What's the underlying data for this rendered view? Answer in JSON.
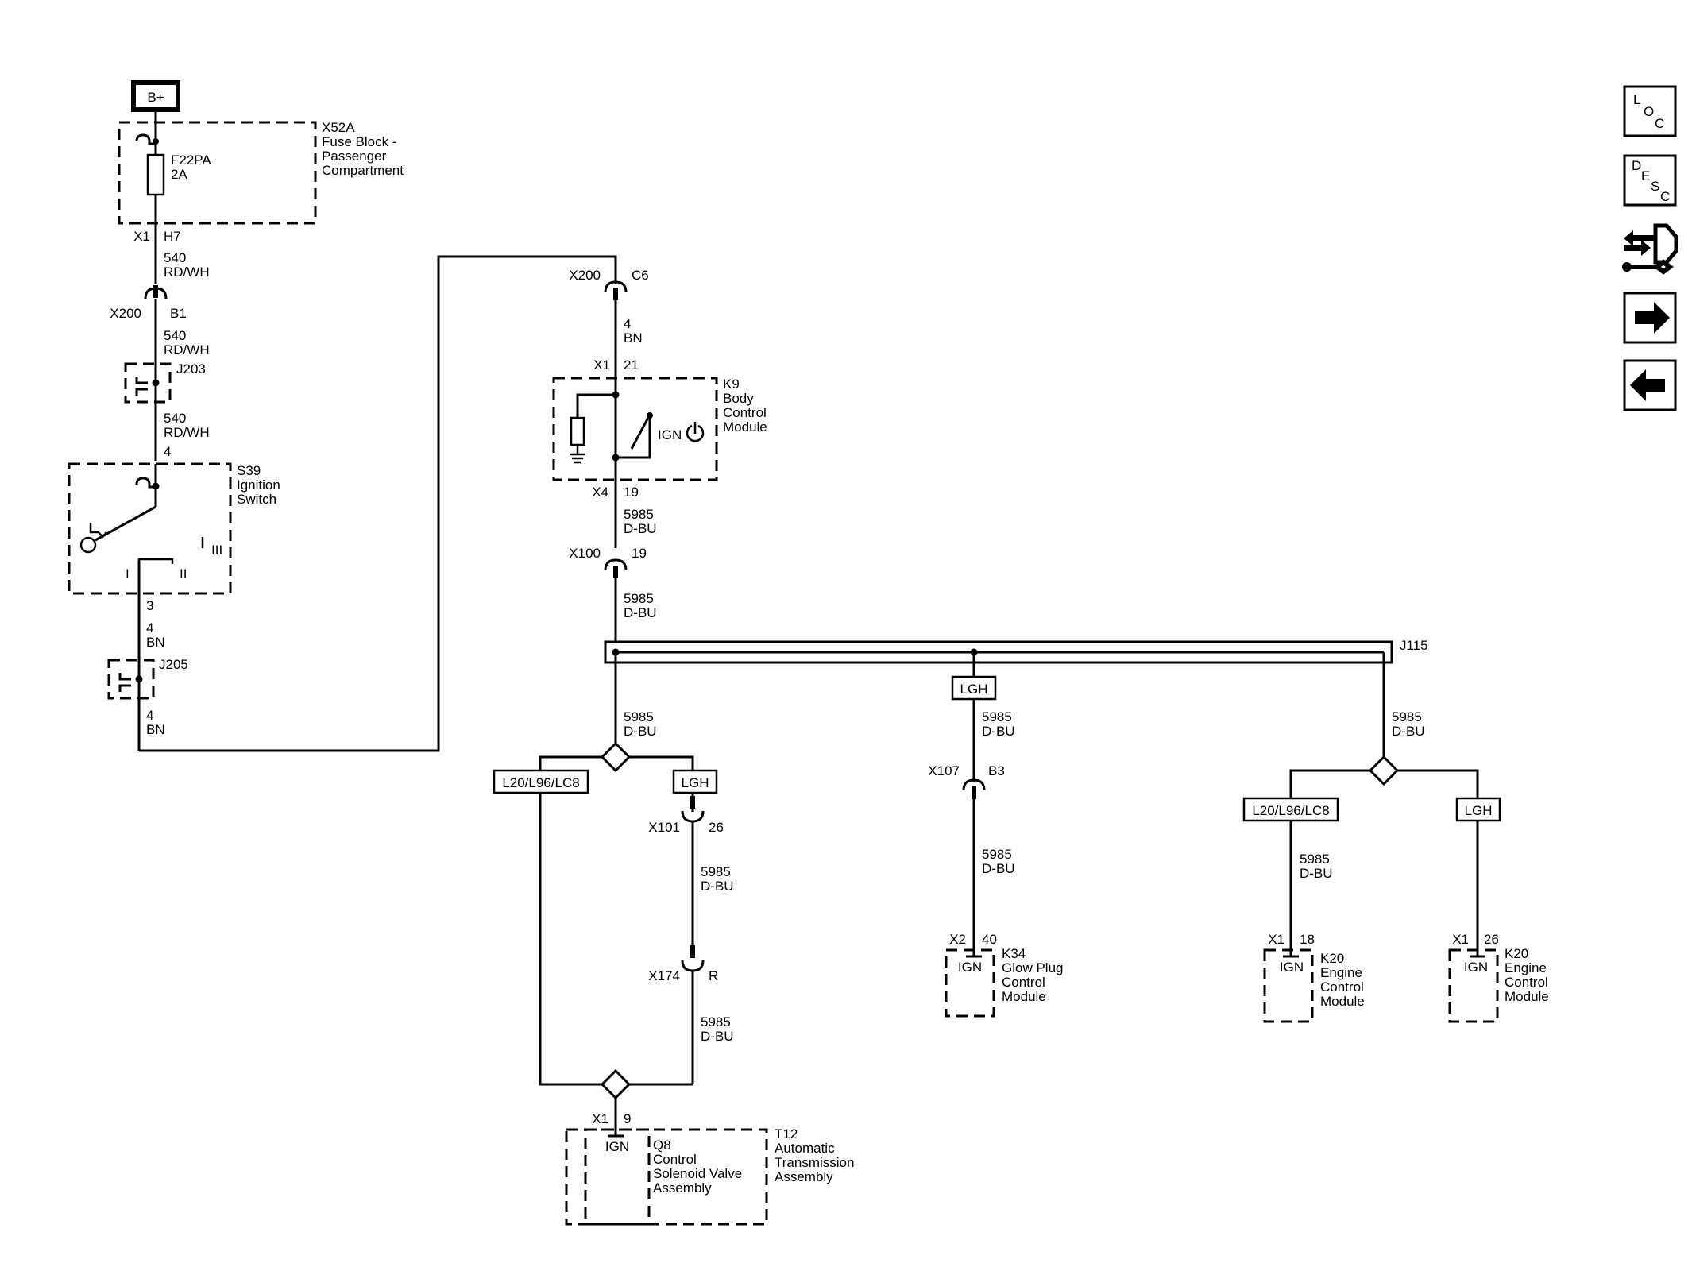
{
  "power": {
    "label": "B+"
  },
  "fuse_block": {
    "id": "X52A",
    "name_l1": "Fuse Block -",
    "name_l2": "Passenger",
    "name_l3": "Compartment",
    "fuse_id": "F22PA",
    "fuse_rating": "2A",
    "conn": "X1",
    "pin": "H7"
  },
  "w_540_a": {
    "num": "540",
    "color": "RD/WH"
  },
  "x200_b1": {
    "conn": "X200",
    "pin": "B1"
  },
  "w_540_b": {
    "num": "540",
    "color": "RD/WH"
  },
  "j203": {
    "label": "J203"
  },
  "w_540_c": {
    "num": "540",
    "color": "RD/WH"
  },
  "ign_switch": {
    "pin_in": "4",
    "id": "S39",
    "name_l1": "Ignition",
    "name_l2": "Switch",
    "pos1": "I",
    "pos2": "II",
    "pos3": "III",
    "pin_out": "3"
  },
  "w_4_a": {
    "num": "4",
    "color": "BN"
  },
  "j205": {
    "label": "J205"
  },
  "w_4_b": {
    "num": "4",
    "color": "BN"
  },
  "x200_c6": {
    "conn": "X200",
    "pin": "C6"
  },
  "w_4_c": {
    "num": "4",
    "color": "BN"
  },
  "bcm": {
    "conn_in": "X1",
    "pin_in": "21",
    "id": "K9",
    "name_l1": "Body",
    "name_l2": "Control",
    "name_l3": "Module",
    "ign": "IGN",
    "conn_out": "X4",
    "pin_out": "19"
  },
  "w_5985_a": {
    "num": "5985",
    "color": "D-BU"
  },
  "x100": {
    "conn": "X100",
    "pin": "19"
  },
  "w_5985_b": {
    "num": "5985",
    "color": "D-BU"
  },
  "j115": {
    "label": "J115"
  },
  "w_5985_c": {
    "num": "5985",
    "color": "D-BU"
  },
  "opt_left": {
    "a": "L20/L96/LC8",
    "b": "LGH"
  },
  "x101": {
    "conn": "X101",
    "pin": "26"
  },
  "w_5985_d": {
    "num": "5985",
    "color": "D-BU"
  },
  "x174": {
    "conn": "X174",
    "pin": "R"
  },
  "w_5985_e": {
    "num": "5985",
    "color": "D-BU"
  },
  "tcm": {
    "conn": "X1",
    "pin": "9",
    "ign": "IGN",
    "q8_id": "Q8",
    "q8_l1": "Control",
    "q8_l2": "Solenoid Valve",
    "q8_l3": "Assembly",
    "t12_id": "T12",
    "t12_l1": "Automatic",
    "t12_l2": "Transmission",
    "t12_l3": "Assembly"
  },
  "opt_mid": {
    "label": "LGH"
  },
  "w_5985_f": {
    "num": "5985",
    "color": "D-BU"
  },
  "x107": {
    "conn": "X107",
    "pin": "B3"
  },
  "w_5985_g": {
    "num": "5985",
    "color": "D-BU"
  },
  "glow": {
    "conn": "X2",
    "pin": "40",
    "ign": "IGN",
    "id": "K34",
    "name_l1": "Glow Plug",
    "name_l2": "Control",
    "name_l3": "Module"
  },
  "w_5985_h": {
    "num": "5985",
    "color": "D-BU"
  },
  "opt_right": {
    "a": "L20/L96/LC8",
    "b": "LGH"
  },
  "w_5985_i": {
    "num": "5985",
    "color": "D-BU"
  },
  "ecm_a": {
    "conn": "X1",
    "pin": "18",
    "ign": "IGN",
    "id": "K20",
    "name_l1": "Engine",
    "name_l2": "Control",
    "name_l3": "Module"
  },
  "ecm_b": {
    "conn": "X1",
    "pin": "26",
    "ign": "IGN",
    "id": "K20",
    "name_l1": "Engine",
    "name_l2": "Control",
    "name_l3": "Module"
  },
  "nav": {
    "loc": [
      "L",
      "O",
      "C"
    ],
    "desc": [
      "D",
      "E",
      "S",
      "C"
    ]
  }
}
